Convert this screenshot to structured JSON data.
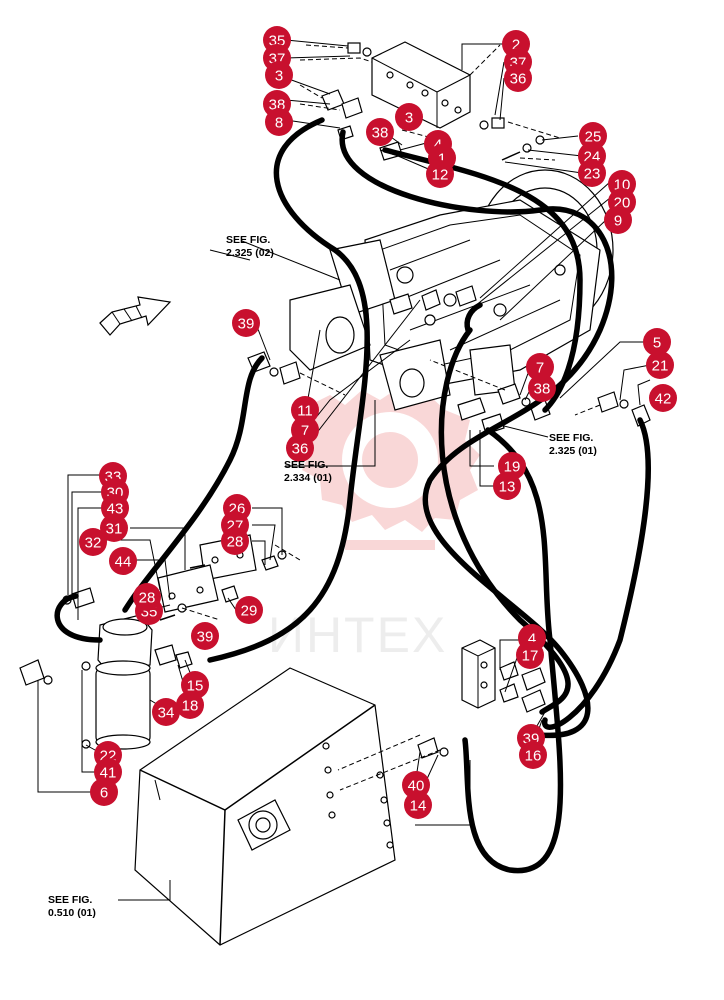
{
  "watermark": {
    "text": "ИНТЕХ",
    "color": "#f2a7a7"
  },
  "callout_color": "#c8102e",
  "references": [
    {
      "id": "ref-2325-02",
      "line1": "SEE FIG.",
      "line2": "2.325 (02)"
    },
    {
      "id": "ref-2334-01",
      "line1": "SEE FIG.",
      "line2": "2.334 (01)"
    },
    {
      "id": "ref-2325-01",
      "line1": "SEE FIG.",
      "line2": "2.325 (01)"
    },
    {
      "id": "ref-0510-01",
      "line1": "SEE FIG.",
      "line2": "0.510 (01)"
    }
  ],
  "callouts": [
    "35",
    "37",
    "3",
    "38",
    "8",
    "2",
    "37",
    "36",
    "38",
    "3",
    "4",
    "1",
    "12",
    "25",
    "24",
    "23",
    "10",
    "20",
    "9",
    "39",
    "11",
    "7",
    "36",
    "19",
    "13",
    "5",
    "21",
    "42",
    "7",
    "38",
    "33",
    "30",
    "43",
    "31",
    "32",
    "44",
    "26",
    "27",
    "28",
    "29",
    "35",
    "28",
    "39",
    "15",
    "18",
    "34",
    "22",
    "41",
    "6",
    "4",
    "17",
    "39",
    "16",
    "40",
    "14"
  ]
}
